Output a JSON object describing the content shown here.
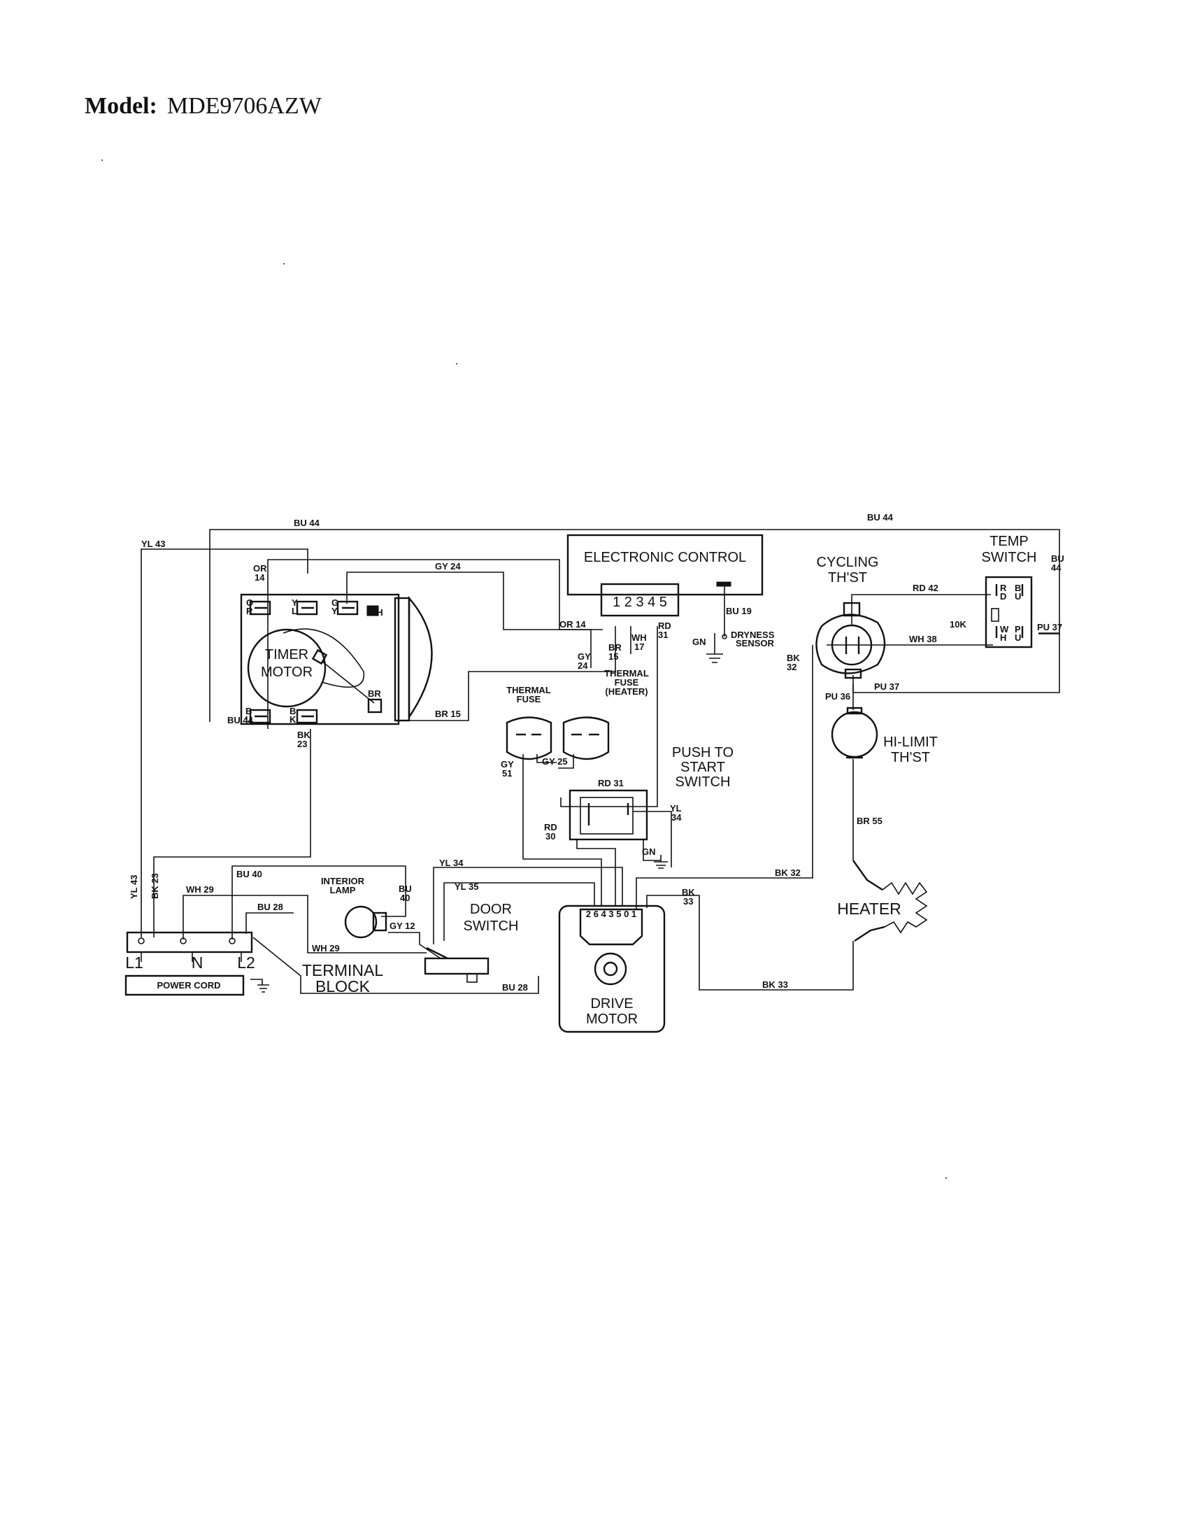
{
  "header": {
    "model_label": "Model:",
    "model_value": "MDE9706AZW"
  },
  "components": {
    "electronic_control": "ELECTRONIC CONTROL",
    "control_pins": "1 2 3 4 5",
    "cycling_thst": [
      "CYCLING",
      "TH'ST"
    ],
    "temp_switch": [
      "TEMP",
      "SWITCH"
    ],
    "timer_motor": [
      "TIMER",
      "MOTOR"
    ],
    "thermal_fuse": [
      "THERMAL",
      "FUSE"
    ],
    "thermal_fuse_heater": [
      "THERMAL",
      "FUSE",
      "(HEATER)"
    ],
    "push_to_start": [
      "PUSH TO",
      "START",
      "SWITCH"
    ],
    "hi_limit": [
      "HI-LIMIT",
      "TH'ST"
    ],
    "interior_lamp": [
      "INTERIOR",
      "LAMP"
    ],
    "door_switch": [
      "DOOR",
      "SWITCH"
    ],
    "heater": "HEATER",
    "terminal_block": [
      "TERMINAL",
      "BLOCK"
    ],
    "drive_motor": [
      "DRIVE",
      "MOTOR"
    ],
    "motor_pins": "2 6 4 3   5 0 1",
    "power_cord": "POWER CORD",
    "dryness_sensor": [
      "DRYNESS",
      "SENSOR"
    ],
    "resistor": "10K",
    "terminals": {
      "l1": "L1",
      "n": "N",
      "l2": "L2"
    }
  },
  "wires": {
    "bu44_top_left": "BU 44",
    "bu44_top_right": "BU 44",
    "bu44_right": [
      "BU",
      "44"
    ],
    "bu44_timer": "BU 44",
    "yl43": "YL 43",
    "yl43_vert": "YL 43",
    "bk23_vert": "BK 23",
    "bk23_timer": [
      "BK",
      "23"
    ],
    "or14_timer": [
      "OR",
      "14"
    ],
    "or14_ctrl": "OR 14",
    "gy24_top": "GY 24",
    "gy24_fuse": [
      "GY",
      "24"
    ],
    "br15_ctrl": [
      "BR",
      "15"
    ],
    "br15_timer": "BR 15",
    "wh17": [
      "WH",
      "17"
    ],
    "rd31_ctrl": [
      "RD",
      "31"
    ],
    "rd31_push": "RD 31",
    "bu19": "BU 19",
    "gn_sensor": "GN",
    "rd42": "RD 42",
    "wh38": "WH 38",
    "pu37_right": "PU 37",
    "pu37_bottom": "PU 37",
    "bk32_top": [
      "BK",
      "32"
    ],
    "bk32_bottom": "BK 32",
    "pu36": "PU 36",
    "br55": "BR 55",
    "gy51": [
      "GY",
      "51"
    ],
    "gy25": "GY 25",
    "rd30": [
      "RD",
      "30"
    ],
    "yl34_push": [
      "YL",
      "34"
    ],
    "gn_push": "GN",
    "yl34_door": "YL 34",
    "yl35": "YL 35",
    "bu40_top": "BU 40",
    "bu40_lamp": [
      "BU",
      "40"
    ],
    "wh29_top": "WH 29",
    "wh29_bottom": "WH 29",
    "bu28_top": "BU 28",
    "bu28_bottom": "BU 28",
    "gy12": "GY 12",
    "bk33_vert": [
      "BK",
      "33"
    ],
    "bk33_bottom": "BK 33"
  },
  "timer_contacts": {
    "or": [
      "O",
      "R"
    ],
    "yl": [
      "Y",
      "L"
    ],
    "gy": [
      "G",
      "Y"
    ],
    "wh": "WH",
    "br": "BR",
    "bu": [
      "B",
      "U"
    ],
    "bk": [
      "B",
      "K"
    ]
  },
  "temp_contacts": {
    "rd": [
      "R",
      "D"
    ],
    "bu": [
      "B",
      "U"
    ],
    "wh": [
      "W",
      "H"
    ],
    "pu": [
      "P",
      "U"
    ]
  }
}
